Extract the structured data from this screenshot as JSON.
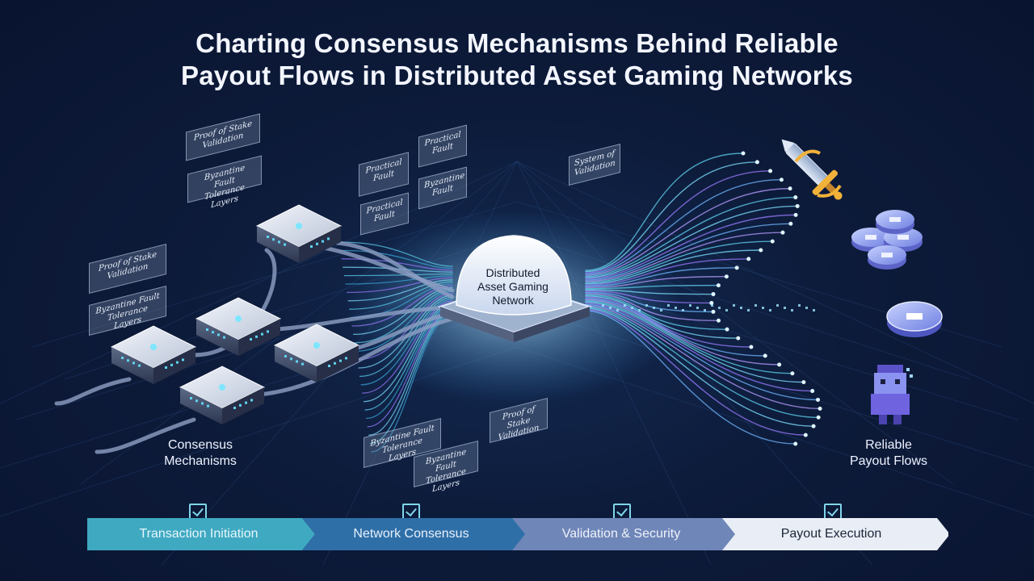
{
  "title": {
    "line1": "Charting Consensus Mechanisms Behind Reliable",
    "line2": "Payout Flows in Distributed Asset Gaming Networks"
  },
  "hub": {
    "line1": "Distributed",
    "line2": "Asset Gaming",
    "line3": "Network"
  },
  "left_label": {
    "line1": "Consensus",
    "line2": "Mechanisms"
  },
  "right_label": {
    "line1": "Reliable",
    "line2": "Payout Flows"
  },
  "cards": {
    "top_left_pos": "Proof of Stake Validation",
    "top_left_bft": "Byzantine Fault Tolerance Layers",
    "mid_left_pos": "Proof of Stake Validation",
    "mid_left_bft": "Byzantine Fault Tolerance Layers",
    "center_1": "Practical Fault",
    "center_2": "Practical Fault",
    "center_3": "Practical Fault",
    "center_4": "Byzantine Fault",
    "right_top": "System of Validation",
    "bottom_bft_1": "Byzantine Fault Tolerance Layers",
    "bottom_bft_2": "Byzantine Fault Tolerance Layers",
    "bottom_pos": "Proof of Stake Validation"
  },
  "steps": [
    {
      "label": "Transaction Initiation",
      "color": "#3fa9c2",
      "text_color": "#e8f6fb"
    },
    {
      "label": "Network Consensus",
      "color": "#2f6fa8",
      "text_color": "#e8f1fb"
    },
    {
      "label": "Validation & Security",
      "color": "#6f86b8",
      "text_color": "#eef2fb"
    },
    {
      "label": "Payout Execution",
      "color": "#e9eef6",
      "text_color": "#1b2438"
    }
  ],
  "icons": [
    "sword-icon",
    "coin-stack-icon",
    "coin-icon",
    "pixel-avatar-icon",
    "checkbox-icon"
  ],
  "colors": {
    "accent_cyan": "#5fd3ef",
    "accent_purple": "#9a7bff",
    "background": "#0d1b3a"
  }
}
